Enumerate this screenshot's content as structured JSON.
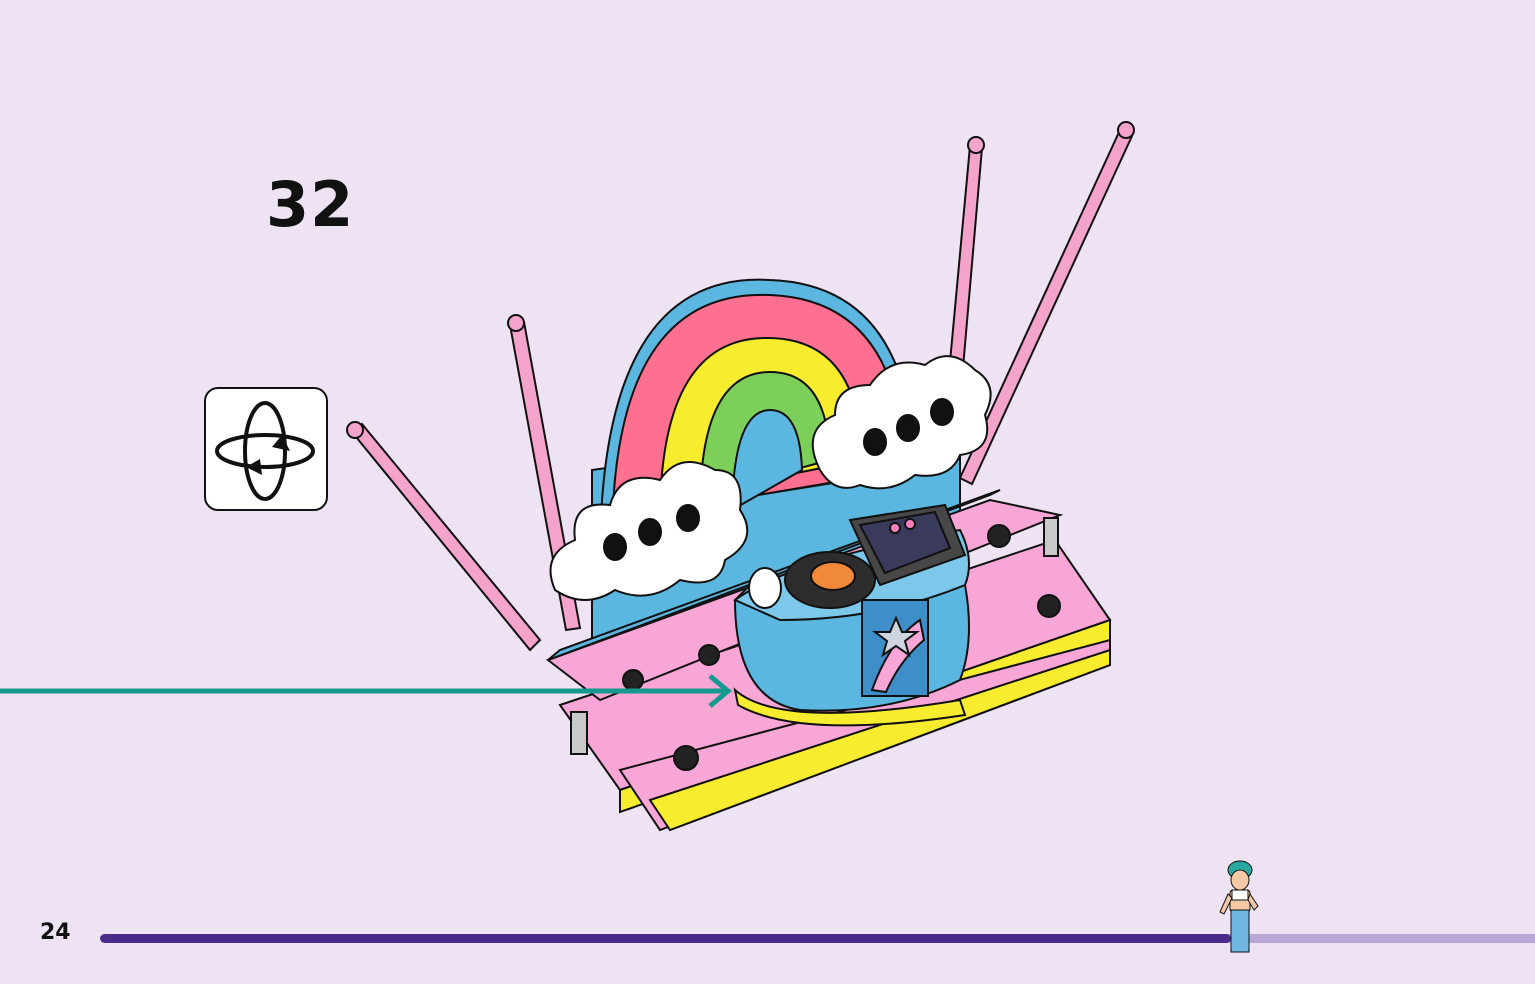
{
  "step": {
    "number": "32"
  },
  "page": {
    "number": "24"
  },
  "progress": {
    "fraction": 0.788
  },
  "icons": {
    "rotate": "rotate-model-icon",
    "arrow": "teal-placement-arrow",
    "minifig": "progress-minifigure"
  },
  "colors": {
    "background": "#ede3f2",
    "progress_fill": "#4b2b8a",
    "progress_track": "#b9a8d6",
    "arrow": "#16998f",
    "pink_plate": "#f7a6d6",
    "yellow_plate": "#f7ec2e",
    "blue_brick": "#5bb7e0"
  }
}
